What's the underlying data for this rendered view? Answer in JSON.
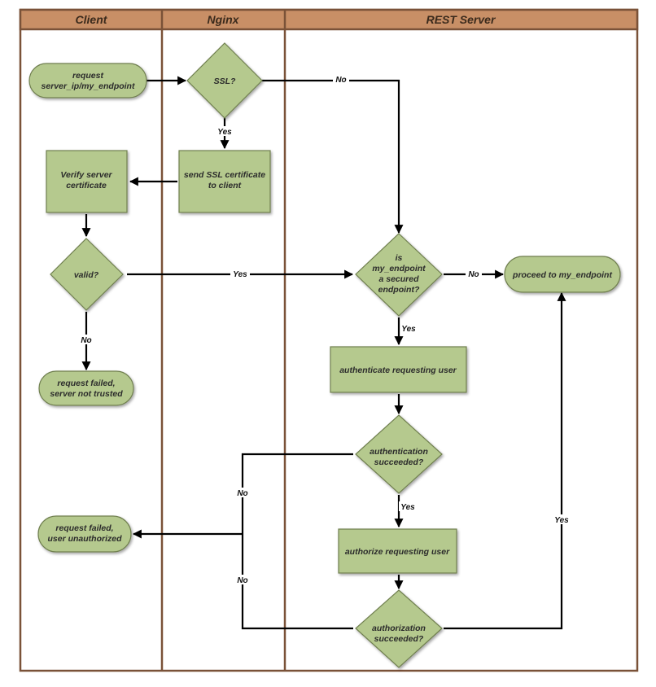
{
  "colors": {
    "lane_header": "#c88f66",
    "lane_border": "#7a5238",
    "node_fill": "#b5c98e",
    "node_stroke": "#6f7f4f",
    "edge": "#000000"
  },
  "lanes": {
    "client": "Client",
    "nginx": "Nginx",
    "rest_server": "REST Server"
  },
  "nodes": {
    "request": [
      "request",
      "server_ip/my_endpoint"
    ],
    "ssl_check": [
      "SSL?"
    ],
    "send_cert": [
      "send SSL certificate",
      "to client"
    ],
    "verify_cert": [
      "Verify server",
      "certificate"
    ],
    "valid_check": [
      "valid?"
    ],
    "failed_not_trusted": [
      "request failed,",
      "server not trusted"
    ],
    "secured_check": [
      "is",
      "my_endpoint",
      "a secured",
      "endpoint?"
    ],
    "proceed": [
      "proceed to my_endpoint"
    ],
    "authenticate": [
      "authenticate requesting user"
    ],
    "auth_succeeded": [
      "authentication",
      "succeeded?"
    ],
    "failed_unauthorized": [
      "request failed,",
      "user unauthorized"
    ],
    "authorize": [
      "authorize requesting user"
    ],
    "authz_succeeded": [
      "authorization",
      "succeeded?"
    ]
  },
  "edge_labels": {
    "ssl_no": "No",
    "ssl_yes": "Yes",
    "valid_yes": "Yes",
    "valid_no": "No",
    "secured_no": "No",
    "secured_yes": "Yes",
    "auth_yes": "Yes",
    "auth_no": "No",
    "authz_no": "No",
    "authz_yes": "Yes"
  }
}
